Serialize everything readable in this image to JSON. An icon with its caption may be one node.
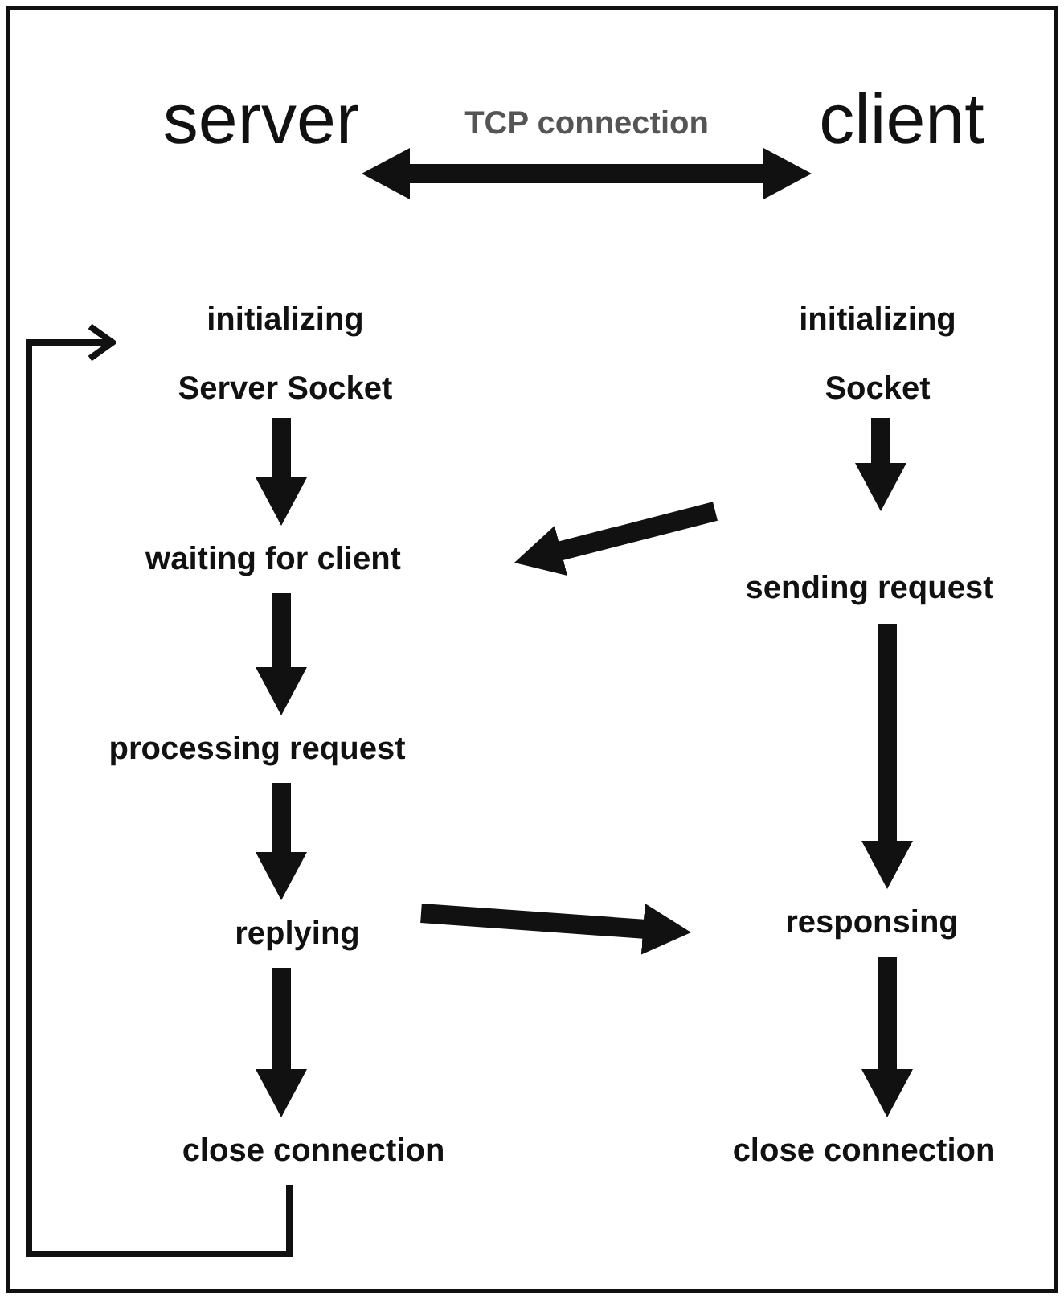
{
  "diagram": {
    "nodes": [
      {
        "text": [
          "server"
        ]
      },
      {
        "text": [
          "client"
        ]
      },
      {
        "text": [
          "initializing Server Socket"
        ]
      },
      {
        "text": [
          "initializing Socket"
        ]
      },
      {
        "text": [
          "waiting for client"
        ]
      },
      {
        "text": [
          "sending request"
        ]
      },
      {
        "text": [
          "processing request"
        ]
      },
      {
        "text": [
          "replying"
        ]
      },
      {
        "text": [
          "responsing"
        ]
      },
      {
        "text": [
          "close connection"
        ]
      },
      {
        "text": [
          "close connection"
        ]
      }
    ],
    "edges": [
      {
        "from": 0,
        "to": 1,
        "arrow": "both",
        "label": "TCP connection"
      },
      {
        "from": 2,
        "to": 4,
        "arrow": "to"
      },
      {
        "from": 4,
        "to": 6,
        "arrow": "to"
      },
      {
        "from": 6,
        "to": 7,
        "arrow": "to"
      },
      {
        "from": 7,
        "to": 9,
        "arrow": "to"
      },
      {
        "from": 9,
        "to": 2,
        "arrow": "to"
      },
      {
        "from": 3,
        "to": 5,
        "arrow": "to"
      },
      {
        "from": 5,
        "to": 4,
        "arrow": "to"
      },
      {
        "from": 5,
        "to": 8,
        "arrow": "to"
      },
      {
        "from": 7,
        "to": 8,
        "arrow": "to"
      },
      {
        "from": 8,
        "to": 10,
        "arrow": "to"
      }
    ]
  }
}
